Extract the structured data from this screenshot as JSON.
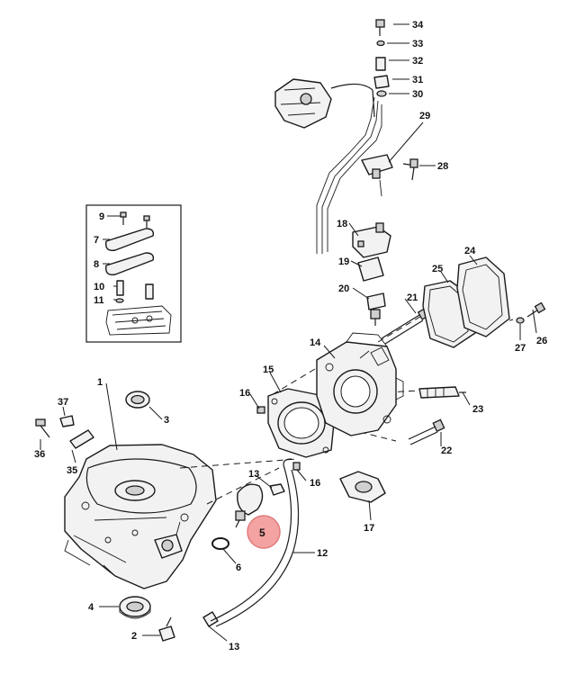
{
  "callouts": [
    {
      "id": "c1",
      "text": "1"
    },
    {
      "id": "c2",
      "text": "2"
    },
    {
      "id": "c3",
      "text": "3"
    },
    {
      "id": "c4",
      "text": "4"
    },
    {
      "id": "c5",
      "text": "5",
      "highlighted": true
    },
    {
      "id": "c6",
      "text": "6"
    },
    {
      "id": "c7",
      "text": "7"
    },
    {
      "id": "c8",
      "text": "8"
    },
    {
      "id": "c9",
      "text": "9"
    },
    {
      "id": "c10",
      "text": "10"
    },
    {
      "id": "c11",
      "text": "11"
    },
    {
      "id": "c12",
      "text": "12"
    },
    {
      "id": "c13a",
      "text": "13"
    },
    {
      "id": "c13b",
      "text": "13"
    },
    {
      "id": "c14",
      "text": "14"
    },
    {
      "id": "c15",
      "text": "15"
    },
    {
      "id": "c16a",
      "text": "16"
    },
    {
      "id": "c16b",
      "text": "16"
    },
    {
      "id": "c17",
      "text": "17"
    },
    {
      "id": "c18",
      "text": "18"
    },
    {
      "id": "c19",
      "text": "19"
    },
    {
      "id": "c20",
      "text": "20"
    },
    {
      "id": "c21",
      "text": "21"
    },
    {
      "id": "c22",
      "text": "22"
    },
    {
      "id": "c23",
      "text": "23"
    },
    {
      "id": "c24",
      "text": "24"
    },
    {
      "id": "c25",
      "text": "25"
    },
    {
      "id": "c26",
      "text": "26"
    },
    {
      "id": "c27",
      "text": "27"
    },
    {
      "id": "c28",
      "text": "28"
    },
    {
      "id": "c29",
      "text": "29"
    },
    {
      "id": "c30",
      "text": "30"
    },
    {
      "id": "c31",
      "text": "31"
    },
    {
      "id": "c32",
      "text": "32"
    },
    {
      "id": "c33",
      "text": "33"
    },
    {
      "id": "c34",
      "text": "34"
    },
    {
      "id": "c35",
      "text": "35"
    },
    {
      "id": "c36",
      "text": "36"
    },
    {
      "id": "c37",
      "text": "37"
    }
  ],
  "colors": {
    "line": "#1a1a1a",
    "part_fill": "#f2f2f2",
    "highlight_fill": "#f4a3a3",
    "highlight_stroke": "#e07b7b"
  }
}
